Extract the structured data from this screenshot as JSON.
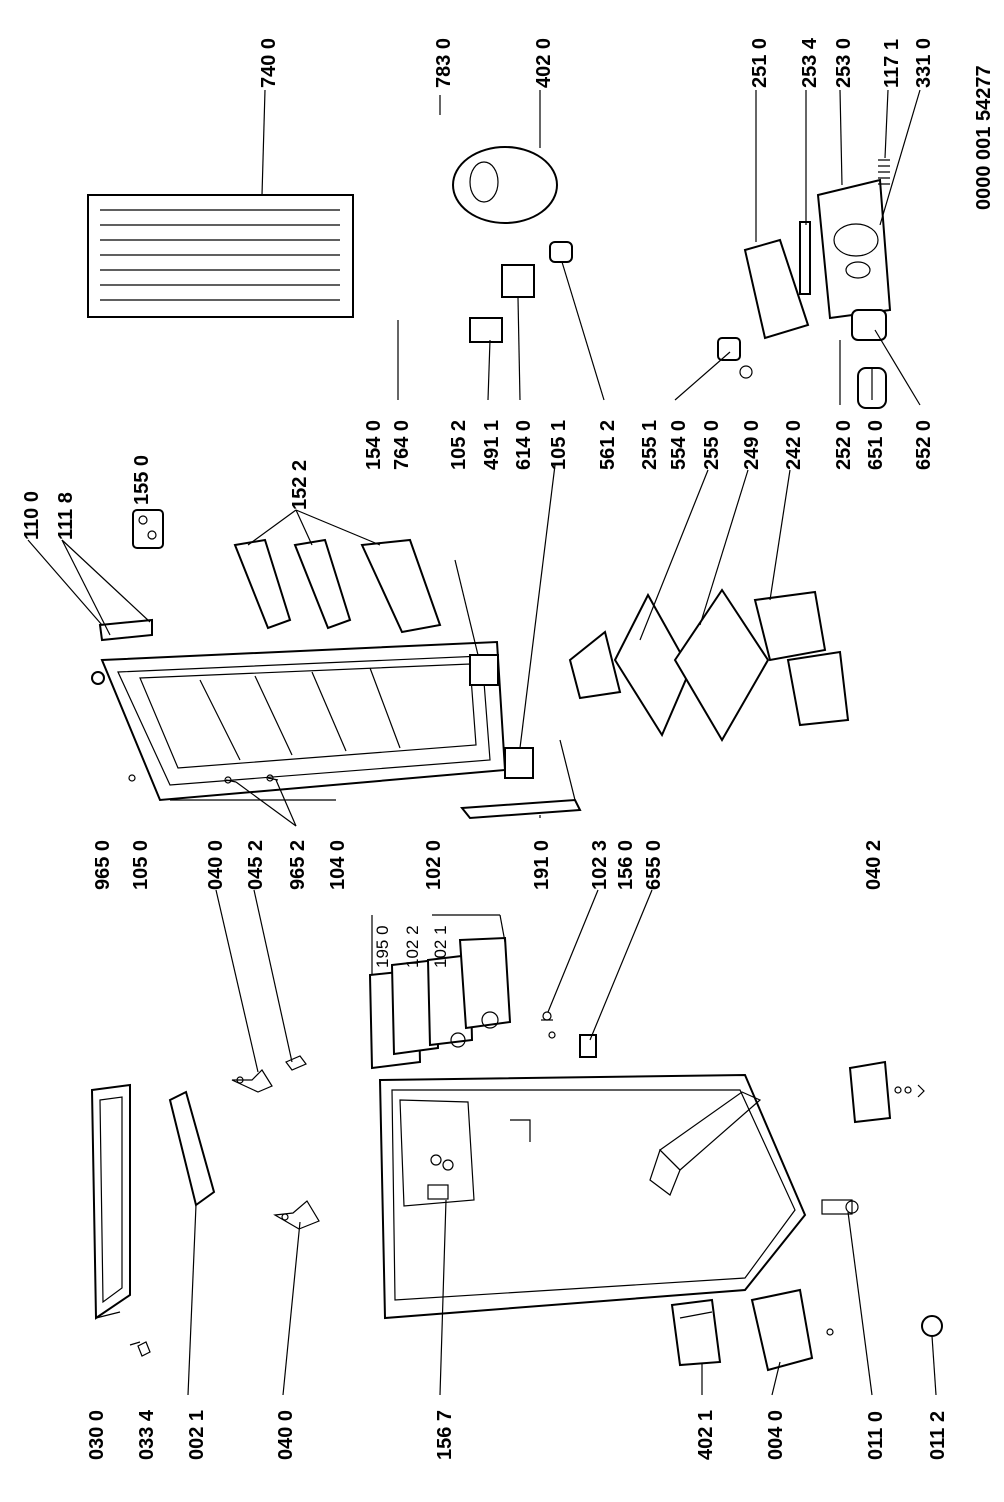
{
  "document_code": "0000 001 54277",
  "part_labels": {
    "p030_0": "030 0",
    "p033_4": "033 4",
    "p002_1": "002 1",
    "p040_0_bottom": "040 0",
    "p156_7": "156 7",
    "p402_1": "402 1",
    "p004_0": "004 0",
    "p011_0": "011 0",
    "p011_2": "011 2",
    "p040_0_mid": "040 0",
    "p045_2": "045 2",
    "p965_2": "965 2",
    "p104_0": "104 0",
    "p965_0": "965 0",
    "p105_0": "105 0",
    "p102_0": "102 0",
    "p191_0": "191 0",
    "p102_3": "102 3",
    "p156_0": "156 0",
    "p655_0": "655 0",
    "p040_2": "040 2",
    "p195_0": "195 0",
    "p102_2": "102 2",
    "p102_1": "102 1",
    "p110_0": "110 0",
    "p111_8": "111 8",
    "p155_0": "155 0",
    "p152_2": "152 2",
    "p154_0": "154 0",
    "p764_0": "764 0",
    "p105_2": "105 2",
    "p491_1": "491 1",
    "p614_0": "614 0",
    "p105_1": "105 1",
    "p561_2": "561 2",
    "p255_1": "255 1",
    "p554_0": "554 0",
    "p255_0": "255 0",
    "p249_0": "249 0",
    "p242_0": "242 0",
    "p252_0": "252 0",
    "p651_0": "651 0",
    "p652_0": "652 0",
    "p740_0": "740 0",
    "p783_0": "783 0",
    "p402_0": "402 0",
    "p251_0": "251 0",
    "p253_4": "253 4",
    "p253_0": "253 0",
    "p117_1": "117 1",
    "p331_0": "331 0"
  }
}
